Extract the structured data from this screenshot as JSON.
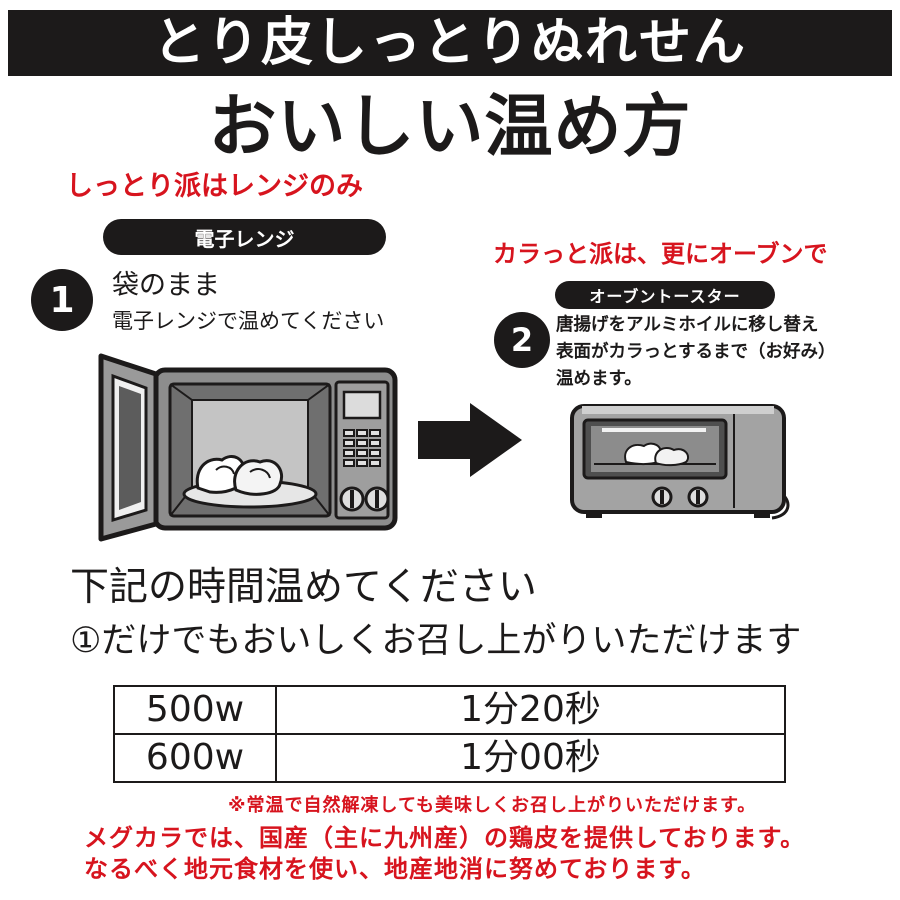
{
  "banner": {
    "title": "とり皮しっとりぬれせん"
  },
  "heading": "おいしい温め方",
  "microwave_section": {
    "tagline": "しっとり派はレンジのみ",
    "badge": "電子レンジ",
    "step_number": "1",
    "step_title": "袋のまま",
    "step_text": "電子レンジで温めてください"
  },
  "oven_section": {
    "tagline": "カラっと派は、更にオーブンで",
    "badge": "オーブントースター",
    "step_number": "2",
    "step_lines": [
      "唐揚げをアルミホイルに移し替え",
      "表面がカラっとするまで（お好み）",
      "温めます。"
    ]
  },
  "instructions": {
    "line1": "下記の時間温めてください",
    "line2": "①だけでもおいしくお召し上がりいただけます"
  },
  "time_table": {
    "rows": [
      {
        "wattage": "500w",
        "time": "1分20秒"
      },
      {
        "wattage": "600w",
        "time": "1分00秒"
      }
    ]
  },
  "note": "※常温で自然解凍しても美味しくお召し上がりいただけます。",
  "footer": {
    "lines": [
      "メグカラでは、国産（主に九州産）の鶏皮を提供しております。",
      "なるべく地元食材を使い、地産地消に努めております。"
    ]
  },
  "colors": {
    "accent_red": "#d7141e",
    "ink": "#1c1a1a"
  }
}
